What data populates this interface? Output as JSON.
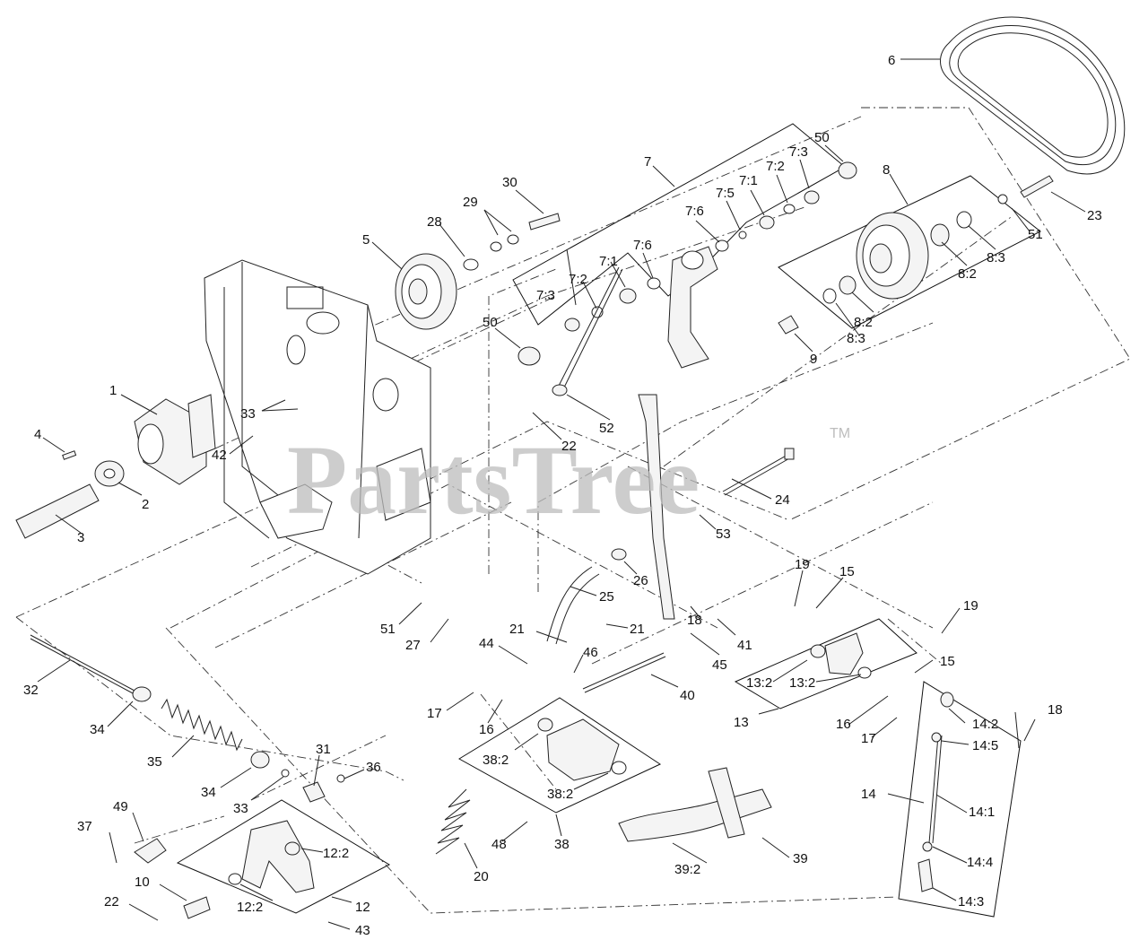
{
  "watermark": {
    "text": "PartsTree",
    "tm": "TM"
  },
  "callouts": [
    "1",
    "2",
    "3",
    "4",
    "5",
    "6",
    "7",
    "8",
    "9",
    "10",
    "12",
    "12:2",
    "12:2",
    "13",
    "13:2",
    "13:2",
    "14",
    "14:1",
    "14:2",
    "14:3",
    "14:4",
    "14:5",
    "15",
    "15",
    "16",
    "16",
    "17",
    "17",
    "18",
    "18",
    "19",
    "19",
    "20",
    "21",
    "21",
    "22",
    "22",
    "23",
    "24",
    "25",
    "26",
    "27",
    "28",
    "29",
    "30",
    "31",
    "32",
    "33",
    "33",
    "34",
    "34",
    "35",
    "36",
    "37",
    "38",
    "38:2",
    "38:2",
    "39",
    "39:2",
    "40",
    "41",
    "42",
    "43",
    "44",
    "45",
    "46",
    "48",
    "49",
    "50",
    "50",
    "51",
    "51",
    "52",
    "53",
    "7:1",
    "7:1",
    "7:2",
    "7:2",
    "7:3",
    "7:3",
    "7:5",
    "7:6",
    "7:6",
    "8:2",
    "8:2",
    "8:3",
    "8:3"
  ]
}
